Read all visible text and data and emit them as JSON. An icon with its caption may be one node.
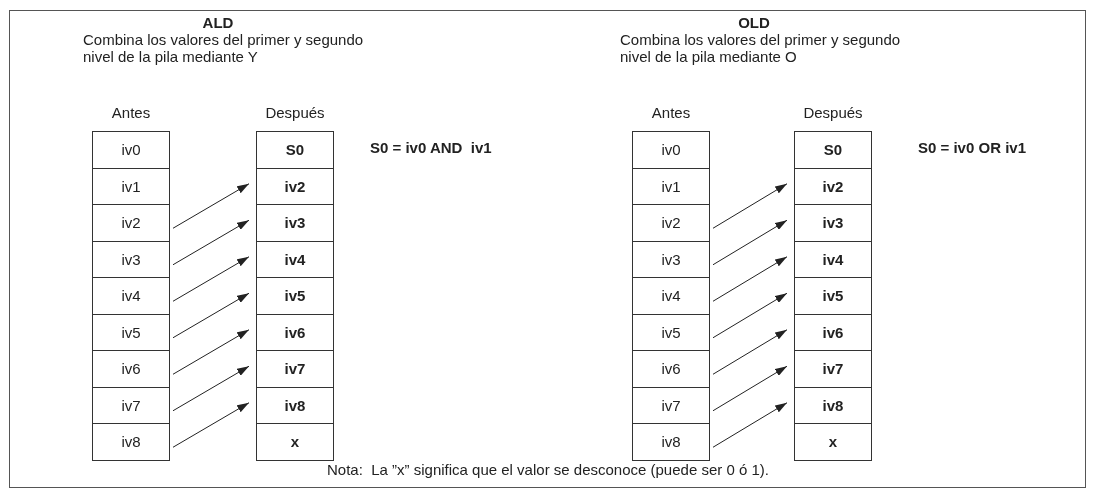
{
  "diagram": {
    "caption": "Nota:  La ”x” significa que el valor se desconoce (puede ser 0 ó 1).",
    "nodes": [
      {
        "text": [
          "iv0"
        ]
      },
      {
        "text": [
          "iv1"
        ]
      },
      {
        "text": [
          "iv2"
        ]
      },
      {
        "text": [
          "iv3"
        ]
      },
      {
        "text": [
          "iv4"
        ]
      },
      {
        "text": [
          "iv5"
        ]
      },
      {
        "text": [
          "iv6"
        ]
      },
      {
        "text": [
          "iv7"
        ]
      },
      {
        "text": [
          "iv8"
        ]
      },
      {
        "text": [
          "S0"
        ]
      },
      {
        "text": [
          "iv2"
        ]
      },
      {
        "text": [
          "iv3"
        ]
      },
      {
        "text": [
          "iv4"
        ]
      },
      {
        "text": [
          "iv5"
        ]
      },
      {
        "text": [
          "iv6"
        ]
      },
      {
        "text": [
          "iv7"
        ]
      },
      {
        "text": [
          "iv8"
        ]
      },
      {
        "text": [
          "x"
        ]
      },
      {
        "text": [
          "iv0"
        ]
      },
      {
        "text": [
          "iv1"
        ]
      },
      {
        "text": [
          "iv2"
        ]
      },
      {
        "text": [
          "iv3"
        ]
      },
      {
        "text": [
          "iv4"
        ]
      },
      {
        "text": [
          "iv5"
        ]
      },
      {
        "text": [
          "iv6"
        ]
      },
      {
        "text": [
          "iv7"
        ]
      },
      {
        "text": [
          "iv8"
        ]
      },
      {
        "text": [
          "S0"
        ]
      },
      {
        "text": [
          "iv2"
        ]
      },
      {
        "text": [
          "iv3"
        ]
      },
      {
        "text": [
          "iv4"
        ]
      },
      {
        "text": [
          "iv5"
        ]
      },
      {
        "text": [
          "iv6"
        ]
      },
      {
        "text": [
          "iv7"
        ]
      },
      {
        "text": [
          "iv8"
        ]
      },
      {
        "text": [
          "x"
        ]
      }
    ],
    "edges": [
      {
        "from": 2,
        "to": 10,
        "arrow": "to"
      },
      {
        "from": 3,
        "to": 11,
        "arrow": "to"
      },
      {
        "from": 4,
        "to": 12,
        "arrow": "to"
      },
      {
        "from": 5,
        "to": 13,
        "arrow": "to"
      },
      {
        "from": 6,
        "to": 14,
        "arrow": "to"
      },
      {
        "from": 7,
        "to": 15,
        "arrow": "to"
      },
      {
        "from": 8,
        "to": 16,
        "arrow": "to"
      },
      {
        "from": 20,
        "to": 28,
        "arrow": "to"
      },
      {
        "from": 21,
        "to": 29,
        "arrow": "to"
      },
      {
        "from": 22,
        "to": 30,
        "arrow": "to"
      },
      {
        "from": 23,
        "to": 31,
        "arrow": "to"
      },
      {
        "from": 24,
        "to": 32,
        "arrow": "to"
      },
      {
        "from": 25,
        "to": 33,
        "arrow": "to"
      },
      {
        "from": 26,
        "to": 34,
        "arrow": "to"
      }
    ],
    "labels": [
      "ALD",
      "OLD",
      "Combina los valores del primer y segundo nivel de la pila mediante Y",
      "Combina los valores del primer y segundo nivel de la pila mediante O",
      "Antes",
      "Después",
      "Antes",
      "Después",
      "S0 = iv0 AND  iv1",
      "S0 = iv0 OR iv1"
    ]
  }
}
